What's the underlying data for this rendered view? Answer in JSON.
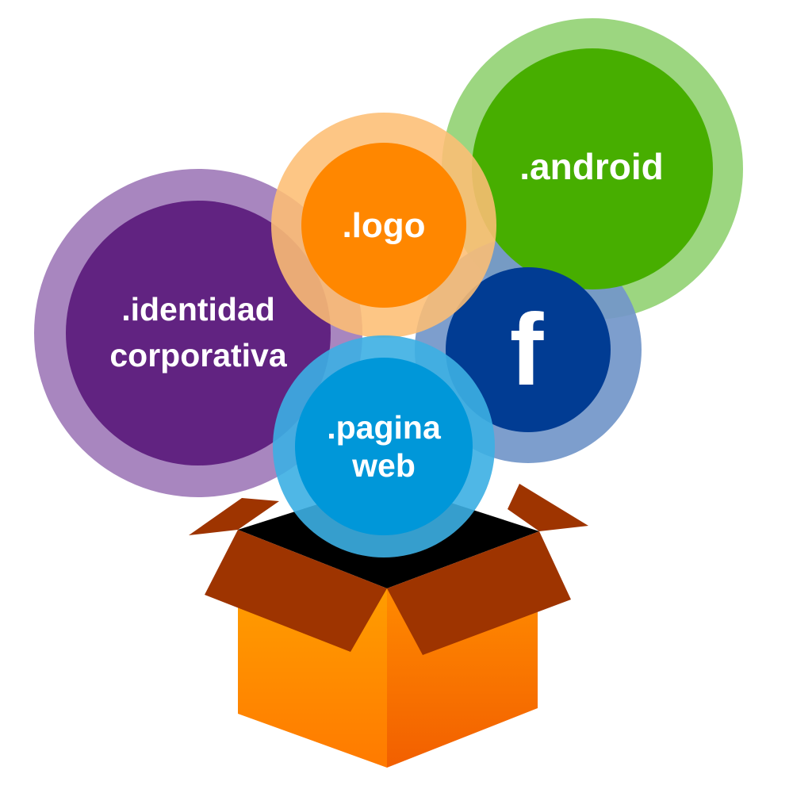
{
  "bubbles": {
    "identity": {
      "line1": ".identidad",
      "line2": "corporativa",
      "inner_color": "#612381",
      "outer_color": "#A684BE"
    },
    "logo": {
      "label": ".logo",
      "inner_color": "#FF8700",
      "outer_color": "#FDBE74"
    },
    "android": {
      "label": ".android",
      "inner_color": "#47AE00",
      "outer_color": "#97D479"
    },
    "facebook": {
      "icon": "facebook-f-icon",
      "glyph": "f",
      "inner_color": "#013C93",
      "outer_color": "#7397C9"
    },
    "web": {
      "line1": ".pagina",
      "line2": "web",
      "inner_color": "#0097D9",
      "outer_color": "#3CAFE3"
    }
  },
  "box": {
    "icon": "open-box-icon",
    "flap_color": "#9E3400",
    "front_color": "#FF8800",
    "interior_color": "#000000"
  }
}
